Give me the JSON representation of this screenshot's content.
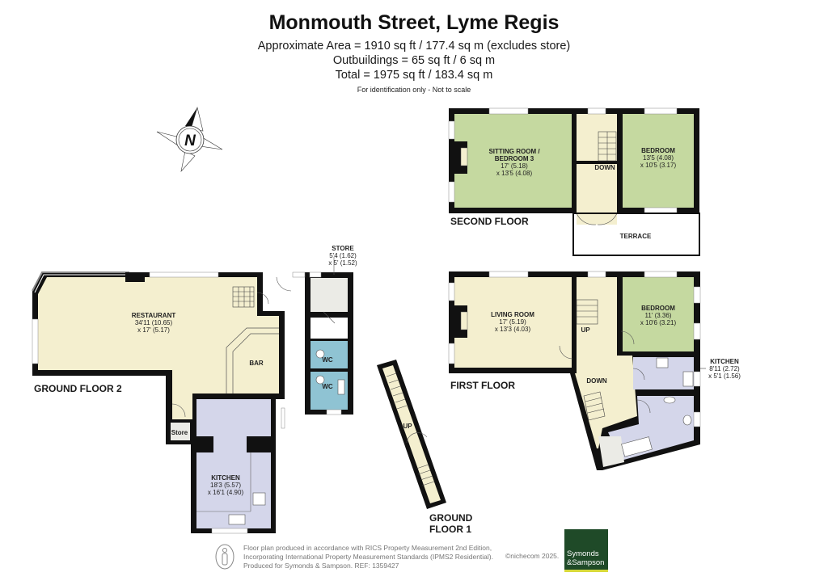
{
  "header": {
    "title": "Monmouth Street, Lyme Regis",
    "approx_area": "Approximate Area = 1910 sq ft / 177.4 sq m (excludes store)",
    "outbuildings": "Outbuildings = 65 sq ft / 6 sq m",
    "total": "Total = 1975 sq ft / 183.4 sq m",
    "disclaimer": "For identification only - Not to scale"
  },
  "compass": {
    "icon": "compass-north-icon",
    "label": "N"
  },
  "floors": {
    "second": {
      "label": "SECOND FLOOR",
      "rooms": [
        {
          "name_line1": "SITTING ROOM /",
          "name_line2": "BEDROOM 3",
          "dim1": "17' (5.18)",
          "dim2": "x 13'5 (4.08)"
        },
        {
          "name": "BEDROOM",
          "dim1": "13'5 (4.08)",
          "dim2": "x 10'5 (3.17)"
        },
        {
          "name": "DOWN"
        },
        {
          "name": "TERRACE"
        }
      ]
    },
    "first": {
      "label": "FIRST FLOOR",
      "rooms": [
        {
          "name": "LIVING ROOM",
          "dim1": "17' (5.19)",
          "dim2": "x 13'3 (4.03)"
        },
        {
          "name": "BEDROOM",
          "dim1": "11' (3.36)",
          "dim2": "x 10'6 (3.21)"
        },
        {
          "name": "KITCHEN",
          "dim1": "8'11 (2.72)",
          "dim2": "x 5'1 (1.56)"
        },
        {
          "name": "UP"
        },
        {
          "name": "DOWN"
        }
      ]
    },
    "ground2": {
      "label": "GROUND FLOOR 2",
      "rooms": [
        {
          "name": "RESTAURANT",
          "dim1": "34'11 (10.65)",
          "dim2": "x 17' (5.17)"
        },
        {
          "name": "BAR"
        },
        {
          "name": "Store"
        },
        {
          "name": "KITCHEN",
          "dim1": "18'3 (5.57)",
          "dim2": "x 16'1 (4.90)"
        },
        {
          "name": "STORE",
          "dim1": "5'4 (1.62)",
          "dim2": "x 5' (1.52)"
        },
        {
          "name": "WC"
        },
        {
          "name": "WC"
        }
      ]
    },
    "ground1": {
      "label_line1": "GROUND",
      "label_line2": "FLOOR 1",
      "rooms": [
        {
          "name": "UP"
        }
      ]
    }
  },
  "footer": {
    "line1": "Floor plan produced in accordance with RICS Property Measurement 2nd Edition,",
    "line2": "Incorporating International Property Measurement Standards (IPMS2 Residential).",
    "line3": "Produced for Symonds & Sampson.   REF:  1359427",
    "copyright": "©nichecom 2025.",
    "logo_line1": "Symonds",
    "logo_line2": "&Sampson"
  },
  "colors": {
    "wall": "#111111",
    "green_room": "#c5d9a0",
    "cream_room": "#f4efcf",
    "lilac_room": "#d4d6ea",
    "blue_wc": "#8fc3d3",
    "store_grey": "#ebebe6",
    "logo_green": "#1f4a28",
    "logo_accent": "#d8d93a"
  }
}
